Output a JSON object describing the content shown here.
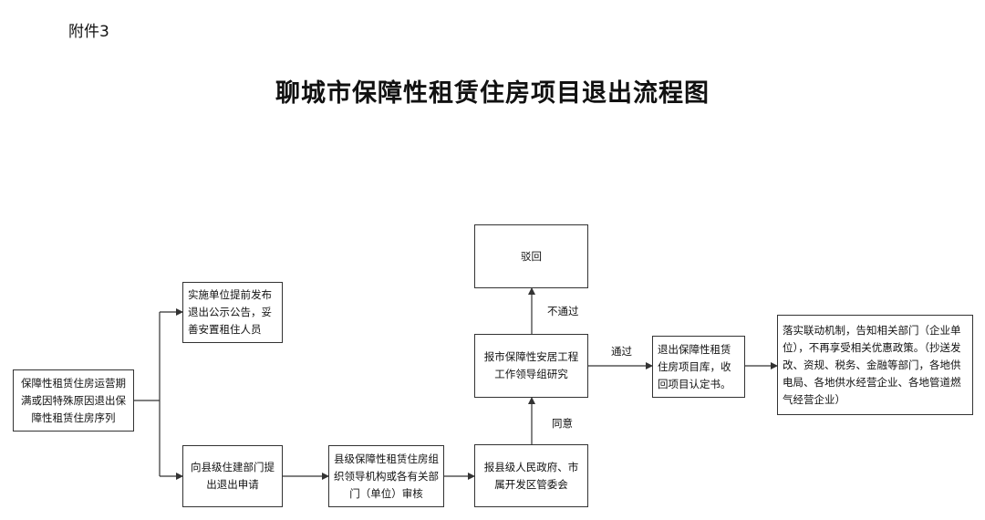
{
  "header": {
    "attachment_label": "附件3",
    "title": "聊城市保障性租赁住房项目退出流程图"
  },
  "nodes": {
    "start": "保障性租赁住房运营期满或因特殊原因退出保障性租赁住房序列",
    "announce": "实施单位提前发布退出公示公告，妥善安置租住人员",
    "apply": "向县级住建部门提出退出申请",
    "review": "县级保障性租赁住房组织领导机构或各有关部门（单位）审核",
    "report_county": "报县级人民政府、市属开发区管委会",
    "city_study": "报市保障性安居工程工作领导组研究",
    "reject": "驳回",
    "exit_lib": "退出保障性租赁住房项目库，收回项目认定书。",
    "linkage": "落实联动机制，告知相关部门（企业单位），不再享受相关优惠政策。（抄送发改、资规、税务、金融等部门，各地供电局、各地供水经营企业、各地管道燃气经营企业）"
  },
  "edge_labels": {
    "agree": "同意",
    "fail": "不通过",
    "pass": "通过"
  }
}
